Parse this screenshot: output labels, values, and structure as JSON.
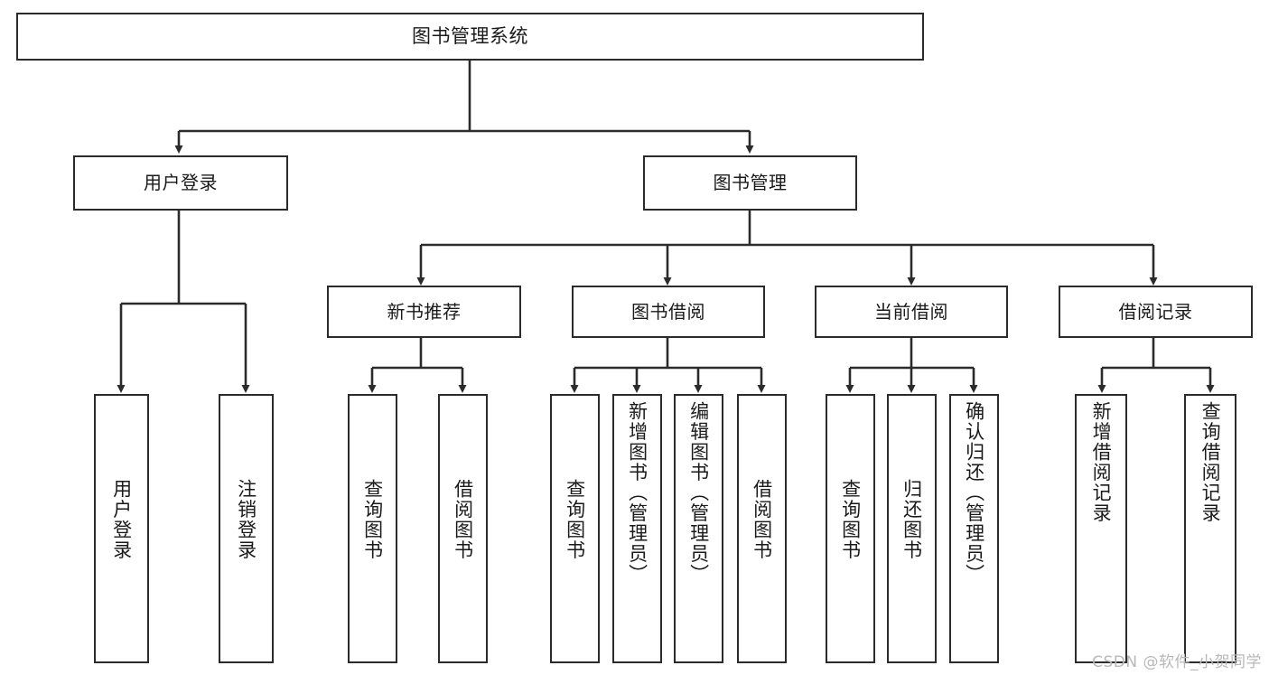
{
  "diagram": {
    "type": "tree",
    "title": "图书管理系统",
    "watermark": "CSDN @软件_小贺同学",
    "colors": {
      "background": "#ffffff",
      "node_border": "#2b2b2b",
      "node_fill": "#ffffff",
      "edge": "#2b2b2b",
      "text": "#1a1a1a",
      "watermark": "#b8b8b8"
    },
    "root": {
      "label": "图书管理系统"
    },
    "level2": [
      {
        "label": "用户登录"
      },
      {
        "label": "图书管理"
      }
    ],
    "level3": [
      {
        "label": "新书推荐"
      },
      {
        "label": "图书借阅"
      },
      {
        "label": "当前借阅"
      },
      {
        "label": "借阅记录"
      }
    ],
    "leaves": {
      "user_login": [
        {
          "label": "用户登录"
        },
        {
          "label": "注销登录"
        }
      ],
      "new_book": [
        {
          "label": "查询图书"
        },
        {
          "label": "借阅图书"
        }
      ],
      "book_borrow": [
        {
          "label": "查询图书"
        },
        {
          "label": "新增图书（管理员）"
        },
        {
          "label": "编辑图书（管理员）"
        },
        {
          "label": "借阅图书"
        }
      ],
      "current_borrow": [
        {
          "label": "查询图书"
        },
        {
          "label": "归还图书"
        },
        {
          "label": "确认归还（管理员）"
        }
      ],
      "borrow_record": [
        {
          "label": "新增借阅记录"
        },
        {
          "label": "查询借阅记录"
        }
      ]
    }
  }
}
